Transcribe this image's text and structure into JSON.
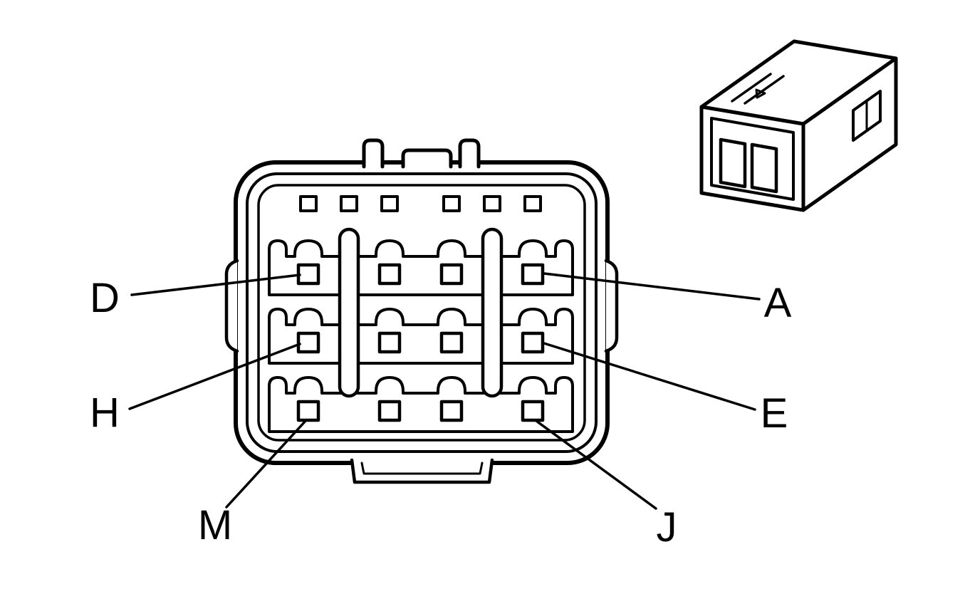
{
  "colors": {
    "line": "#000000",
    "background": "#ffffff"
  },
  "pin_labels": [
    {
      "label": "D",
      "position": "top-row-left-pin"
    },
    {
      "label": "A",
      "position": "top-row-right-pin"
    },
    {
      "label": "H",
      "position": "middle-row-left-pin"
    },
    {
      "label": "E",
      "position": "middle-row-right-pin"
    },
    {
      "label": "M",
      "position": "bottom-row-left-pin"
    },
    {
      "label": "J",
      "position": "bottom-row-right-pin"
    }
  ]
}
